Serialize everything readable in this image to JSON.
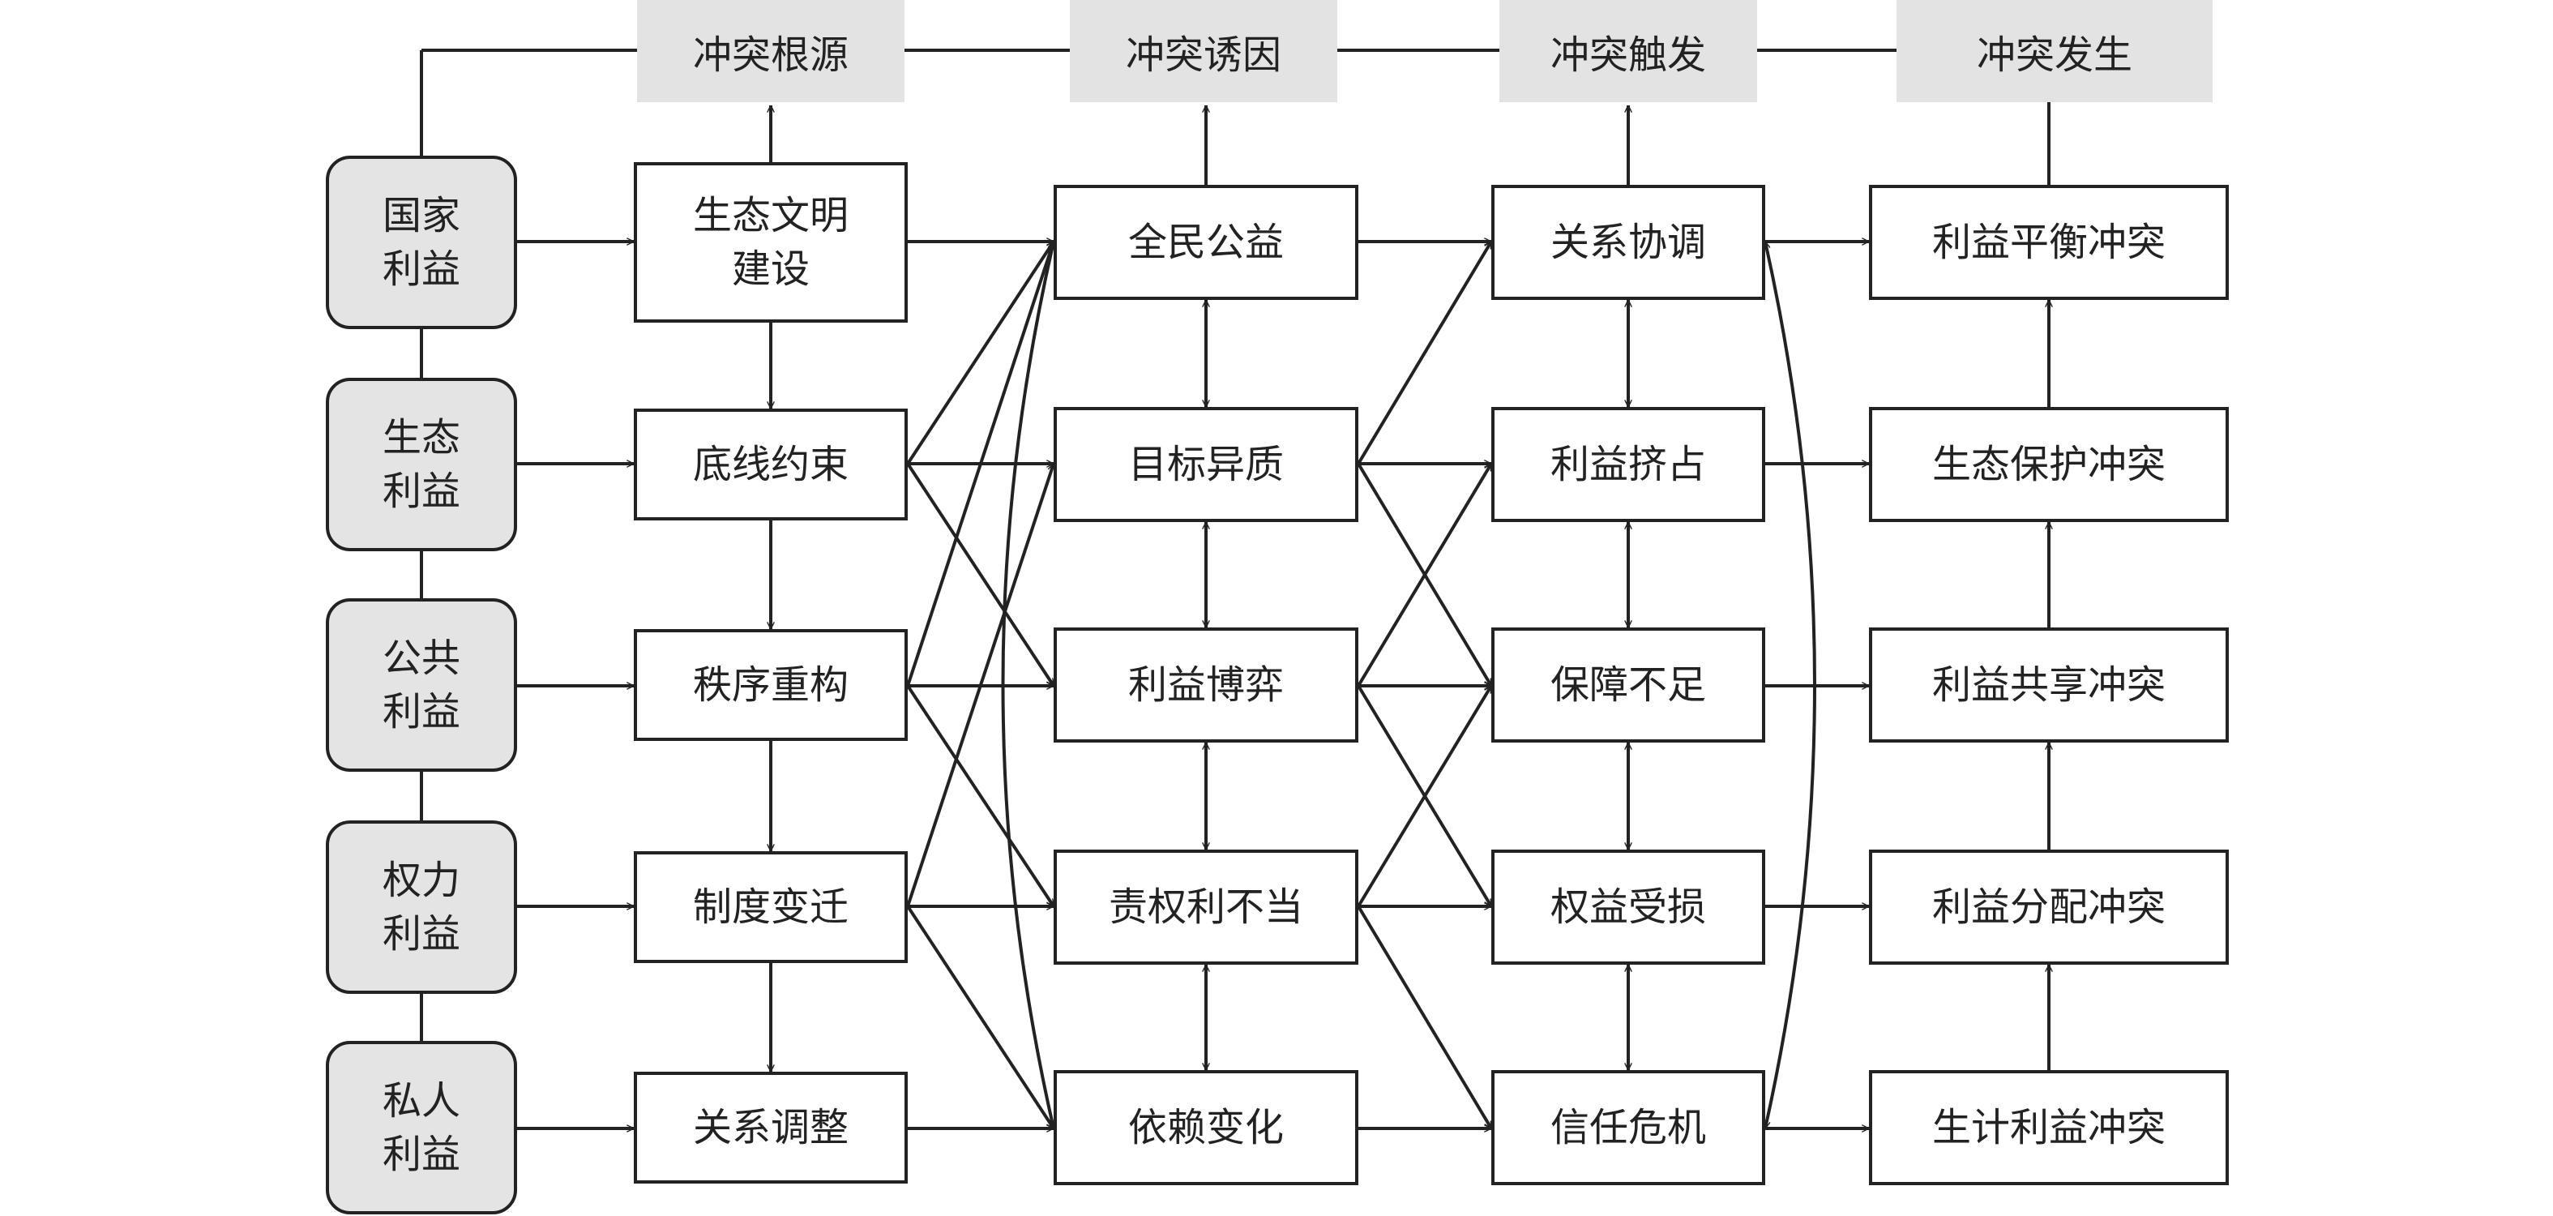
{
  "headers": [
    "冲突根源",
    "冲突诱因",
    "冲突触发",
    "冲突发生"
  ],
  "interests": [
    "国家\n利益",
    "生态\n利益",
    "公共\n利益",
    "权力\n利益",
    "私人\n利益"
  ],
  "roots": [
    "生态文明\n建设",
    "底线约束",
    "秩序重构",
    "制度变迁",
    "关系调整"
  ],
  "inducements": [
    "全民公益",
    "目标异质",
    "利益博弈",
    "责权利不当",
    "依赖变化"
  ],
  "triggers": [
    "关系协调",
    "利益挤占",
    "保障不足",
    "权益受损",
    "信任危机"
  ],
  "conflicts": [
    "利益平衡冲突",
    "生态保护冲突",
    "利益共享冲突",
    "利益分配冲突",
    "生计利益冲突"
  ]
}
